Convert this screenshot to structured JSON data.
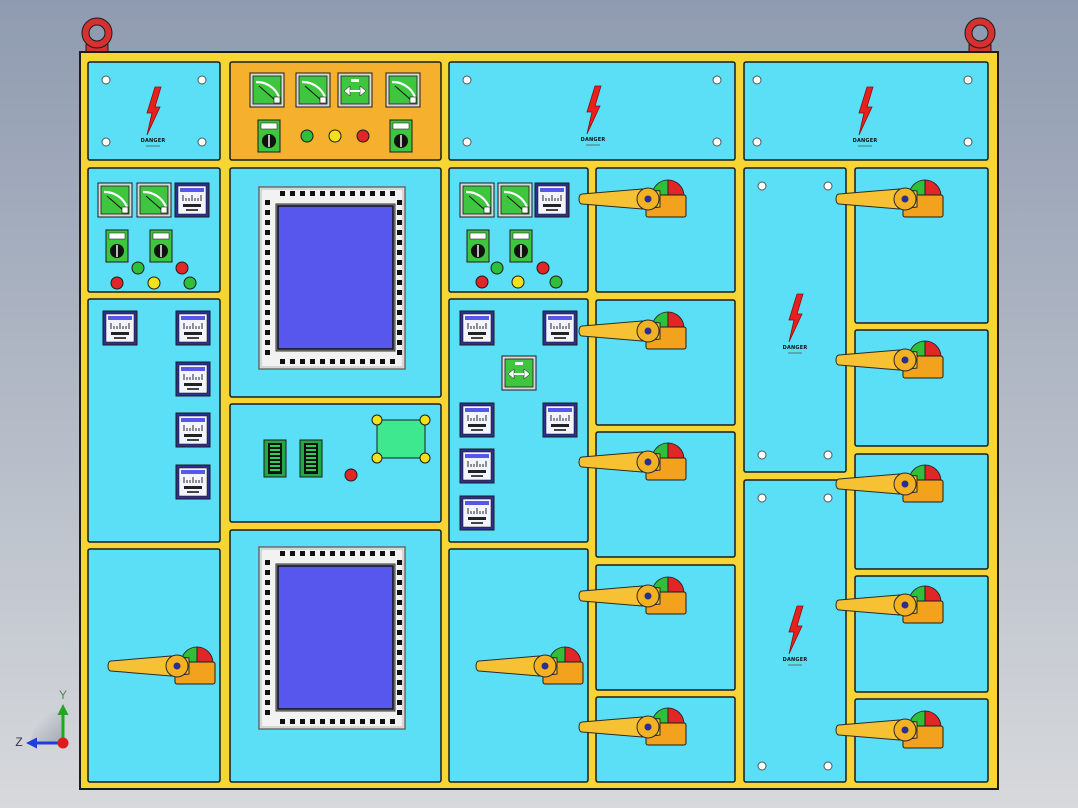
{
  "danger_plate": {
    "label": "DANGER"
  },
  "axis_triad": {
    "y_label": "Y",
    "z_label": "Z"
  },
  "indicator_lights": {
    "top_panel": [
      "green",
      "yellow",
      "red"
    ],
    "left_panel": [
      "red",
      "green",
      "yellow",
      "red",
      "green"
    ],
    "center_panel": [
      "red",
      "green",
      "yellow",
      "red",
      "green"
    ],
    "controls_panel": [
      "red"
    ]
  },
  "icons": {
    "danger": "lightning-bolt-icon",
    "isolator": "rotary-isolator-handle-icon",
    "meter": "analog-meter-icon",
    "lifting_eye": "lifting-eye-icon",
    "triad": "view-triad-icon"
  },
  "colors": {
    "background_top": "#8f9bb0",
    "background_bottom": "#d7d9dc",
    "frame": "#f6d535",
    "panel": "#5adff7",
    "panel_accent": "#f5b12d",
    "outline": "#1c1c1c",
    "handle": "#f6c233",
    "handle_base": "#f2a21c",
    "lifting_eye": "#d63030",
    "danger_red": "#e8201c",
    "indicator_green": "#2fbf3a",
    "indicator_yellow": "#f5e11a",
    "indicator_red": "#e02626",
    "hmi_screen": "#5757ee",
    "meter_face": "#3fc63f",
    "meter_frame_blue": "#2e3192",
    "axis_x": "#e01b1b",
    "axis_y": "#1fa81f",
    "axis_z": "#1e3fd6"
  }
}
